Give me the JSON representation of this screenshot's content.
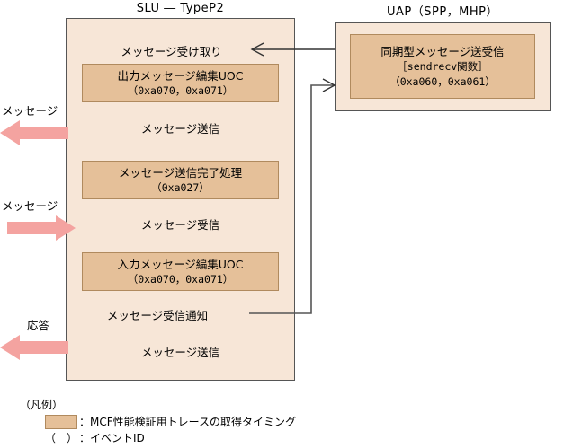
{
  "diagram": {
    "columns": [
      {
        "id": "slu",
        "title": "SLU ― TypeP2"
      },
      {
        "id": "uap",
        "title": "UAP（SPP，MHP）"
      }
    ],
    "slu_steps": [
      {
        "id": "step-receive",
        "label": "メッセージ受け取り"
      },
      {
        "id": "step-send-1",
        "label": "メッセージ送信"
      },
      {
        "id": "step-recv-1",
        "label": "メッセージ受信"
      },
      {
        "id": "step-recv-notify",
        "label": "メッセージ受信通知"
      },
      {
        "id": "step-send-2",
        "label": "メッセージ送信"
      }
    ],
    "trace_boxes": [
      {
        "id": "trace-output-uoc",
        "line1": "出力メッセージ編集UOC",
        "line2": "（0xa070，0xa071）"
      },
      {
        "id": "trace-send-complete",
        "line1": "メッセージ送信完了処理",
        "line2": "（0xa027）"
      },
      {
        "id": "trace-input-uoc",
        "line1": "入力メッセージ編集UOC",
        "line2": "（0xa070，0xa071）"
      }
    ],
    "uap_trace_box": {
      "id": "trace-sendrecv",
      "line1": "同期型メッセージ送受信",
      "line2": "［sendrecv関数］",
      "line3": "（0xa060，0xa061）"
    },
    "side_arrows": [
      {
        "id": "arrow-message-out",
        "label": "メッセージ",
        "direction": "left"
      },
      {
        "id": "arrow-message-in",
        "label": "メッセージ",
        "direction": "right"
      },
      {
        "id": "arrow-response-out",
        "label": "応答",
        "direction": "left"
      }
    ],
    "legend": {
      "title": "（凡例）",
      "swatch_text": "：MCF性能検証用トレースの取得タイミング",
      "paren_symbol": "（　）",
      "paren_text": "：イベントID"
    },
    "colors": {
      "process_fill": "#f7e6d7",
      "process_border": "#555555",
      "trace_fill": "#e5c099",
      "trace_border": "#b08a5e",
      "arrow_fill": "#f4a3a0",
      "connector": "#555555"
    }
  }
}
